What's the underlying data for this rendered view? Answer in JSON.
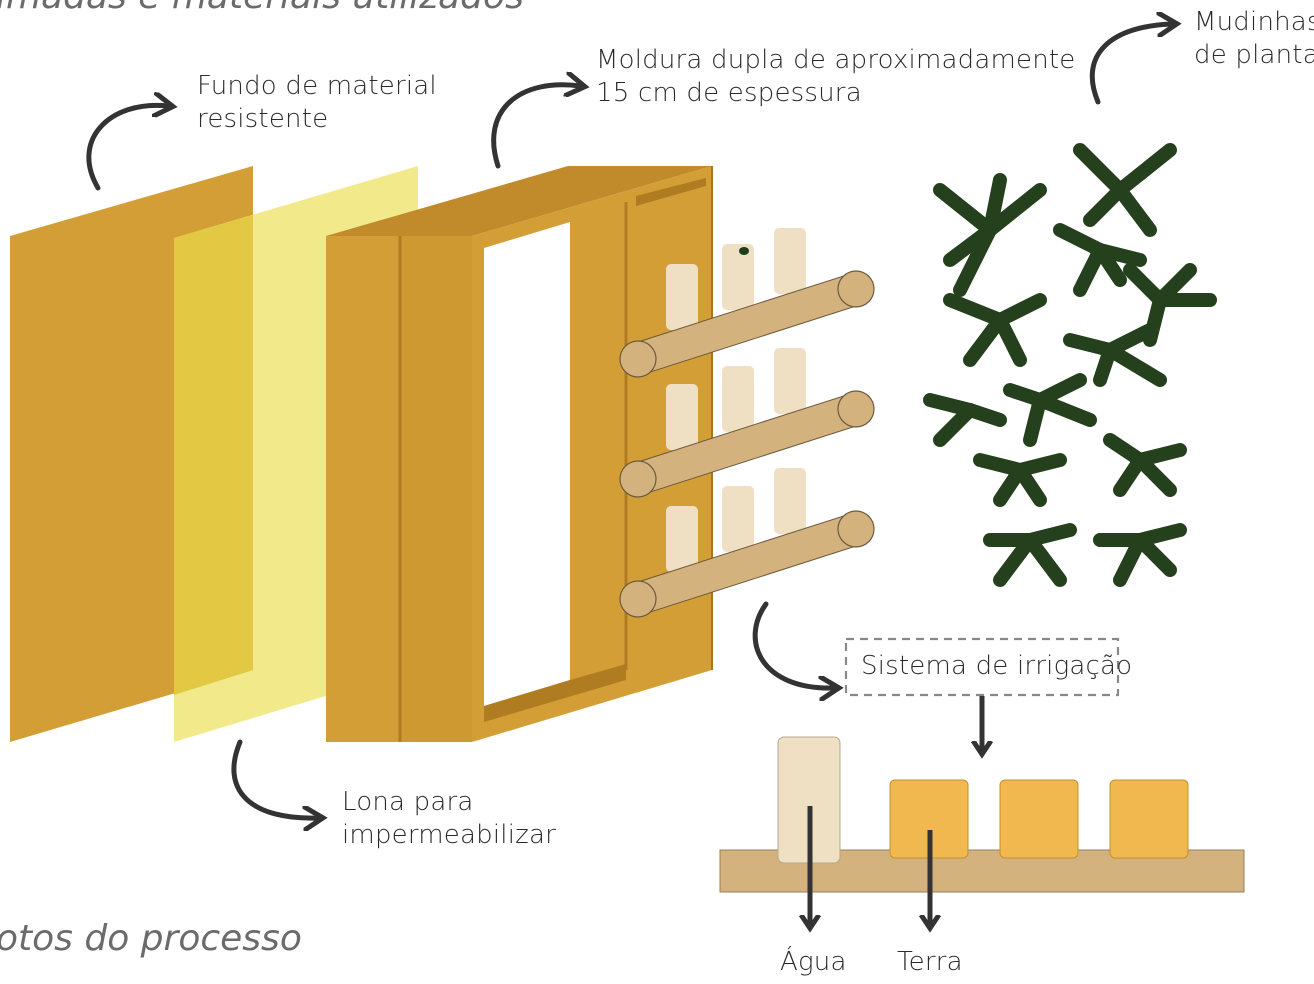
{
  "header": {
    "cut_title": "imadas e materiais utilizados"
  },
  "footer": {
    "cut_title": "otos do processo"
  },
  "labels": {
    "fundo": [
      "Fundo de material",
      "resistente"
    ],
    "moldura": [
      "Moldura dupla de aproximadamente",
      "15  cm de espessura"
    ],
    "mudinhas": [
      "Mudinhas",
      "de plantas"
    ],
    "lona": [
      "Lona para",
      "impermeabilizar"
    ],
    "sistema": "Sistema de irrigação",
    "agua": "Água",
    "terra": "Terra"
  },
  "colors": {
    "panel": "#d39e35",
    "tarp": "#f2e98a",
    "tarp_overlap": "#e2c843",
    "frame": "#d39e35",
    "frame_dark": "#b07c22",
    "pipe": "#d3b27e",
    "cup": "#efe0c4",
    "soil_box": "#f0b84f",
    "plant": "#2e4a22",
    "arrow": "#333333"
  }
}
